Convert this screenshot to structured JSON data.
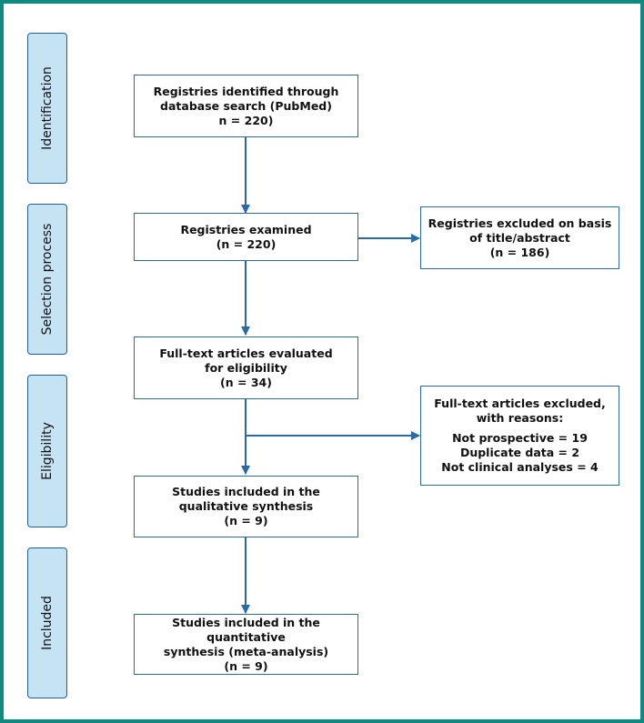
{
  "stages": [
    {
      "id": "identification",
      "label": "Identification"
    },
    {
      "id": "selection",
      "label": "Selection process"
    },
    {
      "id": "eligibility",
      "label": "Eligibility"
    },
    {
      "id": "included",
      "label": "Included"
    }
  ],
  "boxes": {
    "identified": {
      "lines": [
        "Registries identified through",
        "database search (PubMed)",
        "n = 220)"
      ]
    },
    "examined": {
      "lines": [
        "Registries examined",
        "(n = 220)"
      ]
    },
    "excluded_title": {
      "lines": [
        "Registries excluded on basis",
        "of title/abstract",
        "(n = 186)"
      ]
    },
    "fulltext": {
      "lines": [
        "Full-text articles evaluated",
        "for eligibility",
        "(n = 34)"
      ]
    },
    "excluded_fulltext": {
      "lines": [
        "Full-text articles excluded,",
        "with reasons:",
        "Not prospective = 19",
        "Duplicate data = 2",
        "Not clinical analyses = 4"
      ]
    },
    "qualitative": {
      "lines": [
        "Studies included in the",
        "qualitative synthesis",
        "(n = 9)"
      ]
    },
    "quantitative": {
      "lines": [
        "Studies included in the quantitative",
        "synthesis (meta-analysis)",
        "(n = 9)"
      ]
    }
  },
  "colors": {
    "frame": "#0e8a80",
    "stage_fill": "#c6e3f3",
    "stage_border": "#1f5f9e",
    "box_border": "#2a6aa8",
    "arrow": "#2a6aa8"
  }
}
